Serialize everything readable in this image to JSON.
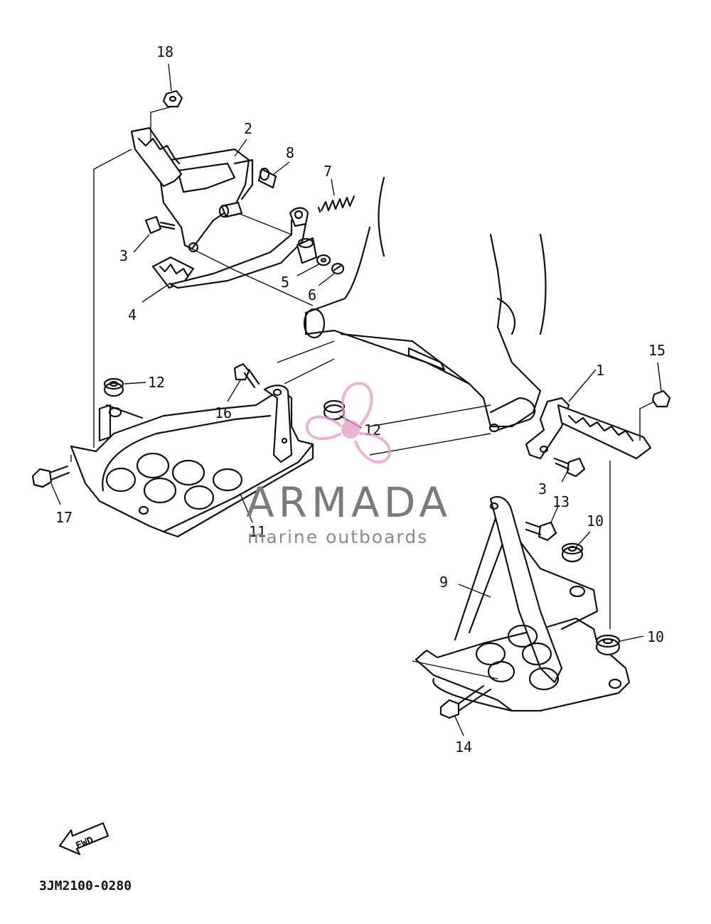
{
  "diagram": {
    "parts": [
      {
        "id": "p1",
        "label": "1"
      },
      {
        "id": "p2",
        "label": "2"
      },
      {
        "id": "p3a",
        "label": "3"
      },
      {
        "id": "p3b",
        "label": "3"
      },
      {
        "id": "p4",
        "label": "4"
      },
      {
        "id": "p5",
        "label": "5"
      },
      {
        "id": "p6",
        "label": "6"
      },
      {
        "id": "p7",
        "label": "7"
      },
      {
        "id": "p8",
        "label": "8"
      },
      {
        "id": "p9",
        "label": "9"
      },
      {
        "id": "p10a",
        "label": "10"
      },
      {
        "id": "p10b",
        "label": "10"
      },
      {
        "id": "p11",
        "label": "11"
      },
      {
        "id": "p12a",
        "label": "12"
      },
      {
        "id": "p12b",
        "label": "12"
      },
      {
        "id": "p13",
        "label": "13"
      },
      {
        "id": "p14",
        "label": "14"
      },
      {
        "id": "p15",
        "label": "15"
      },
      {
        "id": "p16",
        "label": "16"
      },
      {
        "id": "p17",
        "label": "17"
      },
      {
        "id": "p18",
        "label": "18"
      }
    ],
    "fwd_label": "FWD",
    "drawing_code": "3JM2100-0280"
  },
  "watermark": {
    "brand": "ARMADA",
    "tagline": "marine outboards",
    "logo_color": "#e49ac6",
    "text_color": "#7a7a7a"
  }
}
